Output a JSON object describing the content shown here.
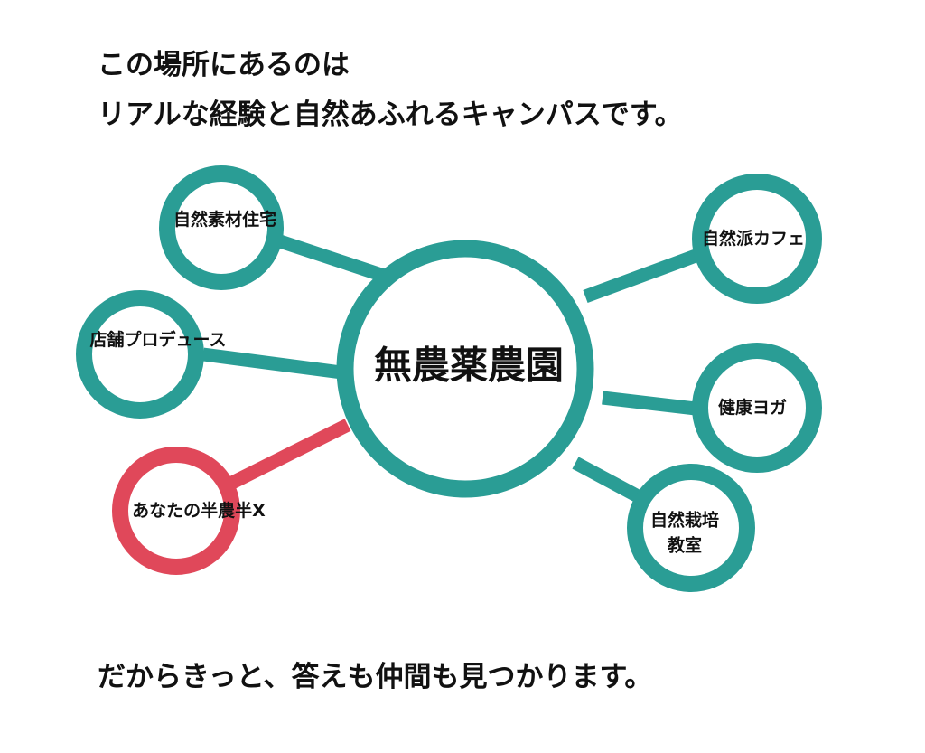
{
  "heading": {
    "line1": "この場所にあるのは",
    "line2": "リアルな経験と自然あふれるキャンパスです。"
  },
  "footer": "だからきっと、答えも仲間も見つかります。",
  "colors": {
    "teal": "#2a9d95",
    "red": "#e0485a",
    "text": "#111111",
    "background": "#ffffff"
  },
  "diagram": {
    "center": "無農薬農園",
    "nodes": {
      "housing": "自然素材住宅",
      "store": "店舗プロデュース",
      "banno": "あなたの半農半X",
      "cafe": "自然派カフェ",
      "yoga": "健康ヨガ",
      "class_line1": "自然栽培",
      "class_line2": "教室"
    }
  }
}
